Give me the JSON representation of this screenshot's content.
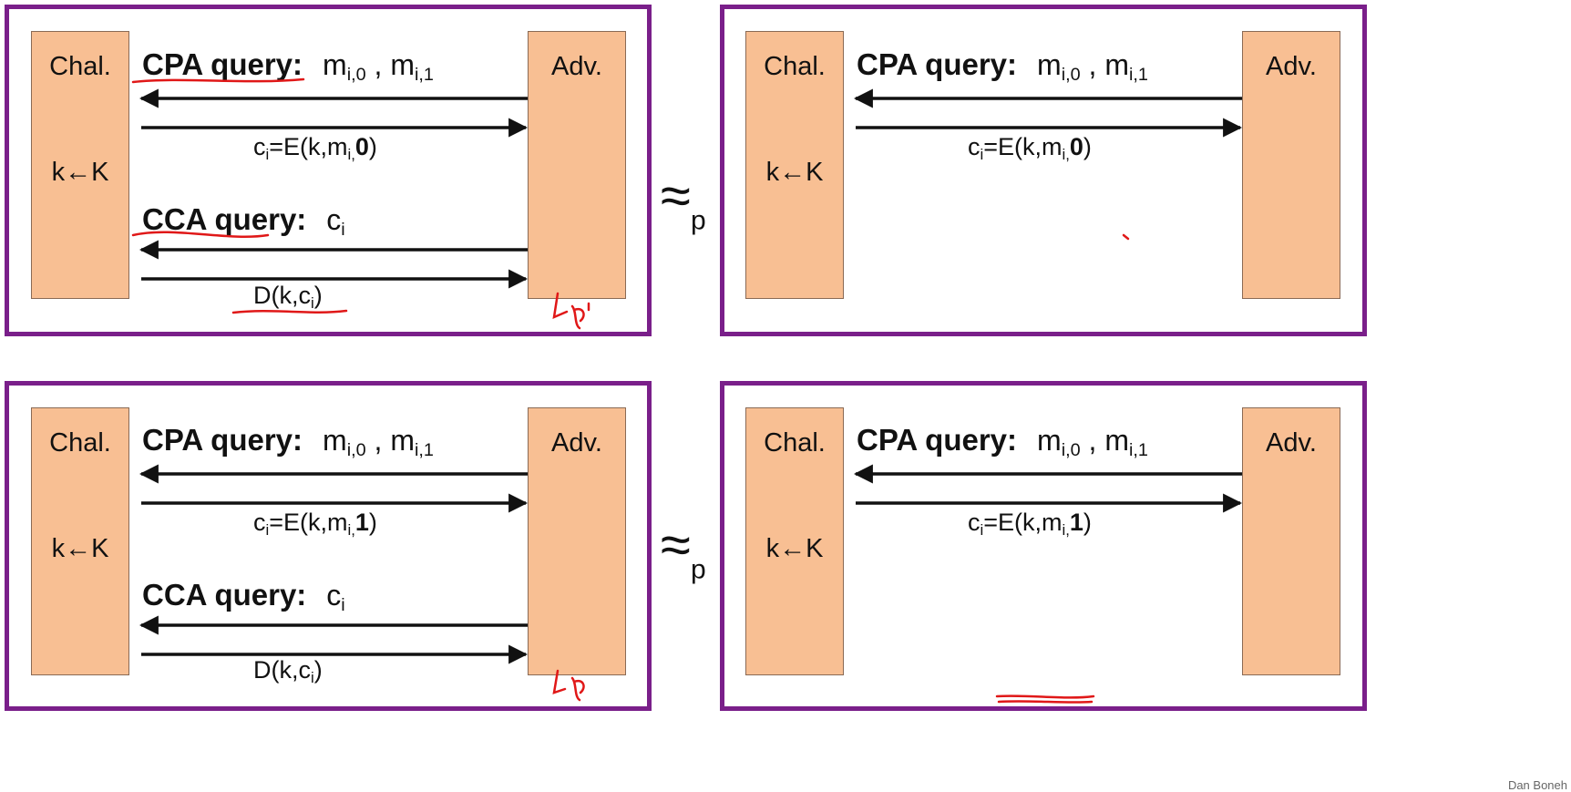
{
  "panels": [
    {
      "chal": "Chal.",
      "adv": "Adv.",
      "key": "k←K",
      "cpa_label": "CPA query:",
      "cpa_val": "m",
      "cpa_sub": "i,0",
      "cpa_val2": "m",
      "cpa_sub2": "i,1",
      "resp_pre": "c",
      "resp_sub": "i",
      "resp_mid": "=E(k,m",
      "resp_sub2": "i,",
      "resp_bit": "0",
      "resp_end": ")",
      "cca_label": "CCA query:",
      "cca_val": "c",
      "cca_sub": "i",
      "dec_pre": "D(k,c",
      "dec_sub": "i",
      "dec_end": ")"
    },
    {
      "chal": "Chal.",
      "adv": "Adv.",
      "key": "k←K",
      "cpa_label": "CPA query:",
      "cpa_val": "m",
      "cpa_sub": "i,0",
      "cpa_val2": "m",
      "cpa_sub2": "i,1",
      "resp_pre": "c",
      "resp_sub": "i",
      "resp_mid": "=E(k,m",
      "resp_sub2": "i,",
      "resp_bit": "0",
      "resp_end": ")"
    },
    {
      "chal": "Chal.",
      "adv": "Adv.",
      "key": "k←K",
      "cpa_label": "CPA query:",
      "cpa_val": "m",
      "cpa_sub": "i,0",
      "cpa_val2": "m",
      "cpa_sub2": "i,1",
      "resp_pre": "c",
      "resp_sub": "i",
      "resp_mid": "=E(k,m",
      "resp_sub2": "i,",
      "resp_bit": "1",
      "resp_end": ")",
      "cca_label": "CCA query:",
      "cca_val": "c",
      "cca_sub": "i",
      "dec_pre": "D(k,c",
      "dec_sub": "i",
      "dec_end": ")"
    },
    {
      "chal": "Chal.",
      "adv": "Adv.",
      "key": "k←K",
      "cpa_label": "CPA query:",
      "cpa_val": "m",
      "cpa_sub": "i,0",
      "cpa_val2": "m",
      "cpa_sub2": "i,1",
      "resp_pre": "c",
      "resp_sub": "i",
      "resp_mid": "=E(k,m",
      "resp_sub2": "i,",
      "resp_bit": "1",
      "resp_end": ")"
    }
  ],
  "approx": {
    "symbol": "≈",
    "sub": "p"
  },
  "ink_colors": {
    "red": "#e01818",
    "frame": "#7a1f8a",
    "box": "#f8bf93"
  },
  "credit": "Dan Boneh"
}
